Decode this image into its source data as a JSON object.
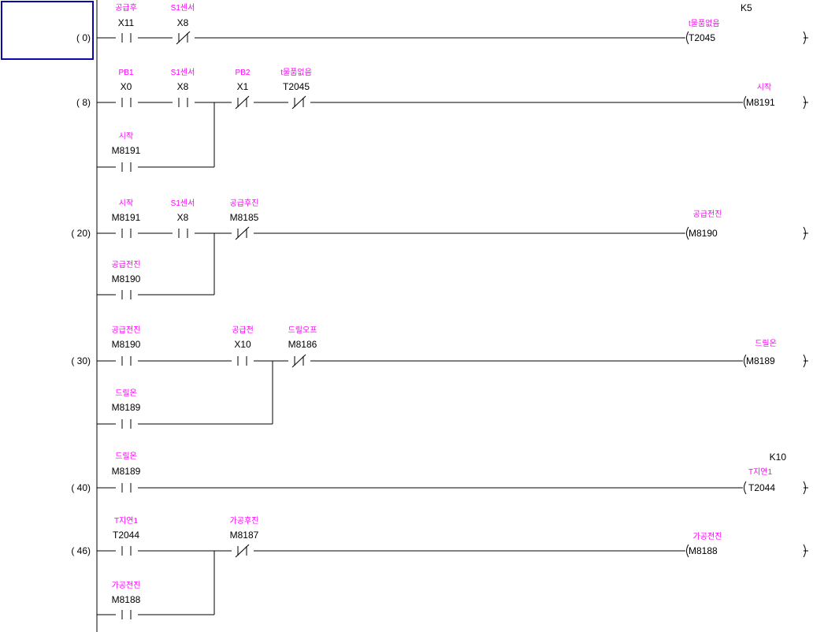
{
  "colors": {
    "comment": "#ff00ff",
    "cursor": "#0a0aa8",
    "line": "#000000"
  },
  "rungs": [
    {
      "step": "( 0)",
      "contacts": [
        {
          "comment": "공급후",
          "device": "X11",
          "type": "no"
        },
        {
          "comment": "S1센서",
          "device": "X8",
          "type": "nc"
        }
      ],
      "branches": [],
      "coil": {
        "comment": "t물품없음",
        "device": "T2045",
        "setting": "K5",
        "type": "timer"
      }
    },
    {
      "step": "( 8)",
      "contacts": [
        {
          "comment": "PB1",
          "device": "X0",
          "type": "no"
        },
        {
          "comment": "S1센서",
          "device": "X8",
          "type": "no"
        },
        {
          "comment": "PB2",
          "device": "X1",
          "type": "nc"
        },
        {
          "comment": "t물품없음",
          "device": "T2045",
          "type": "nc"
        }
      ],
      "branches": [
        {
          "comment": "시작",
          "device": "M8191",
          "type": "no"
        }
      ],
      "coil": {
        "comment": "시작",
        "device": "M8191",
        "setting": "",
        "type": "coil"
      }
    },
    {
      "step": "( 20)",
      "contacts": [
        {
          "comment": "시작",
          "device": "M8191",
          "type": "no"
        },
        {
          "comment": "S1센서",
          "device": "X8",
          "type": "no"
        },
        {
          "comment": "공급후진",
          "device": "M8185",
          "type": "nc"
        }
      ],
      "branches": [
        {
          "comment": "공급전진",
          "device": "M8190",
          "type": "no"
        }
      ],
      "coil": {
        "comment": "공급전진",
        "device": "M8190",
        "setting": "",
        "type": "coil"
      }
    },
    {
      "step": "( 30)",
      "contacts": [
        {
          "comment": "공급전진",
          "device": "M8190",
          "type": "no"
        },
        {
          "comment": "공급전",
          "device": "X10",
          "type": "no"
        },
        {
          "comment": "드릴오프",
          "device": "M8186",
          "type": "nc"
        }
      ],
      "branches": [
        {
          "comment": "드릴온",
          "device": "M8189",
          "type": "no"
        }
      ],
      "coil": {
        "comment": "드릴온",
        "device": "M8189",
        "setting": "",
        "type": "coil"
      }
    },
    {
      "step": "( 40)",
      "contacts": [
        {
          "comment": "드릴온",
          "device": "M8189",
          "type": "no"
        }
      ],
      "branches": [],
      "coil": {
        "comment": "T지연1",
        "device": "T2044",
        "setting": "K10",
        "type": "coil"
      }
    },
    {
      "step": "( 46)",
      "contacts": [
        {
          "comment": "T지연1",
          "device": "T2044",
          "type": "no"
        },
        {
          "comment": "가공후진",
          "device": "M8187",
          "type": "nc"
        }
      ],
      "branches": [
        {
          "comment": "가공전진",
          "device": "M8188",
          "type": "no"
        }
      ],
      "coil": {
        "comment": "가공전진",
        "device": "M8188",
        "setting": "",
        "type": "timer"
      }
    }
  ]
}
